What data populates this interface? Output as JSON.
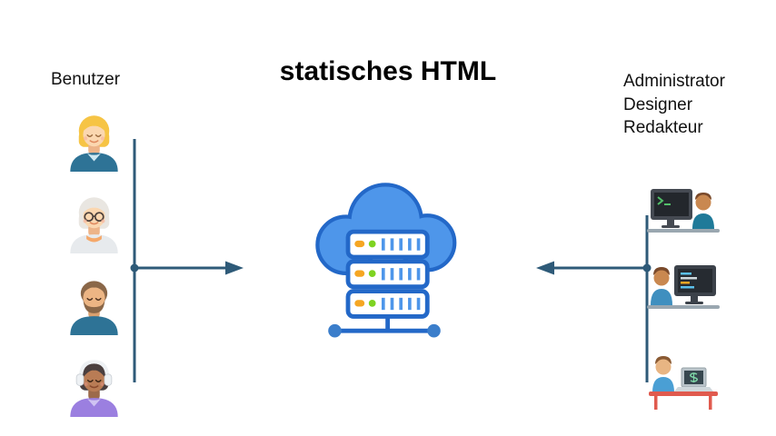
{
  "title": "statisches HTML",
  "left_group": {
    "label": "Benutzer",
    "users": [
      {
        "icon": "blonde-woman-avatar"
      },
      {
        "icon": "gray-haired-woman-glasses-avatar"
      },
      {
        "icon": "bearded-man-avatar"
      },
      {
        "icon": "woman-headphones-avatar"
      }
    ]
  },
  "right_group": {
    "labels": [
      "Administrator",
      "Designer",
      "Redakteur"
    ],
    "workstations": [
      {
        "icon": "terminal-workstation"
      },
      {
        "icon": "code-monitor-workstation"
      },
      {
        "icon": "laptop-desk-workstation"
      }
    ]
  },
  "center": {
    "icon": "cloud-server"
  },
  "colors": {
    "connector": "#2e5a78",
    "cloud_fill": "#4e96ea",
    "cloud_stroke": "#2368c8",
    "server_fill": "#ffffff",
    "led_orange": "#f5a623",
    "led_green": "#7ed321",
    "title_color": "#000000"
  }
}
